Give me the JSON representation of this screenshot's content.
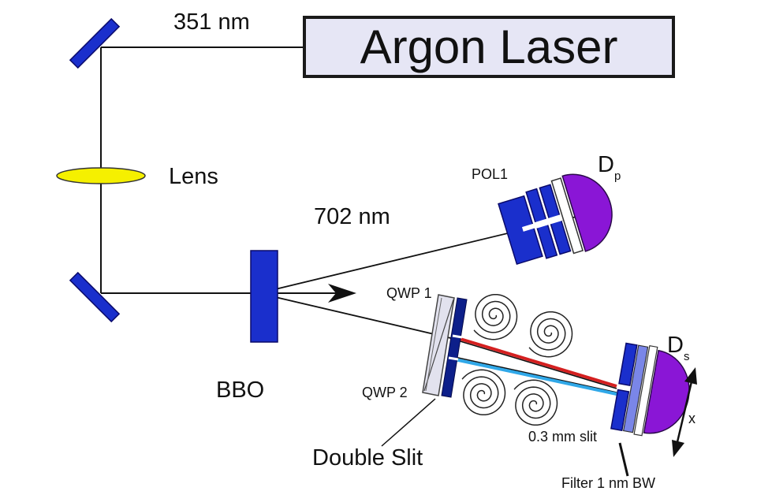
{
  "source": {
    "title": "Argon Laser",
    "wavelength": "351 nm"
  },
  "optics": {
    "lens": "Lens",
    "crystal": "BBO",
    "output_wavelength": "702 nm",
    "polarizer": "POL1",
    "qwp1": "QWP 1",
    "qwp2": "QWP 2",
    "double_slit": "Double Slit",
    "slit": "0.3 mm slit",
    "filter": "Filter 1 nm BW"
  },
  "detectors": {
    "p": {
      "main": "D",
      "sub": "p"
    },
    "s": {
      "main": "D",
      "sub": "s"
    },
    "translation": "x"
  },
  "colors": {
    "mirror": "#1a2fcc",
    "lens": "#f5f000",
    "detector": "#8a16d6",
    "red_beam": "#d42020",
    "blue_beam": "#30a8e8",
    "qwp": "#e2e2ee",
    "laser_box": "#e6e6f5"
  }
}
